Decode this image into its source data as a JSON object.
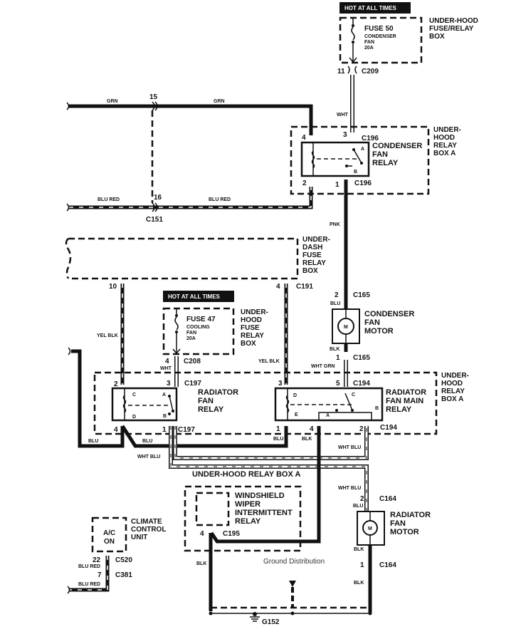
{
  "fuse50": {
    "banner": "HOT AT ALL TIMES",
    "name": "FUSE 50",
    "desc1": "CONDENSER",
    "desc2": "FAN",
    "rating": "20A",
    "box_label": [
      "UNDER-HOOD",
      "FUSE/RELAY",
      "BOX"
    ],
    "pin": "11",
    "connector": "C209"
  },
  "condenser_relay": {
    "wire_in": "WHT",
    "pin_left_top": "4",
    "pin_right_top": "3",
    "connector_top": "C196",
    "name": [
      "CONDENSER",
      "FAN",
      "RELAY"
    ],
    "box_label": [
      "UNDER-",
      "HOOD",
      "RELAY",
      "BOX A"
    ],
    "terminal_a": "A",
    "terminal_b": "B",
    "pin_left_bottom": "2",
    "pin_right_bottom": "1",
    "connector_bottom": "C196"
  },
  "c151": {
    "pin_top": "15",
    "pin_bottom": "16",
    "connector": "C151",
    "wire_top_left": "GRN",
    "wire_top_right": "GRN",
    "wire_bottom_left": "BLU RED",
    "wire_bottom_right": "BLU RED"
  },
  "underdash_box": {
    "label": [
      "UNDER-",
      "DASH",
      "FUSE",
      "RELAY",
      "BOX"
    ],
    "pin_left": "10",
    "pin_right": "4",
    "connector": "C191"
  },
  "condenser_motor": {
    "wire_top": "PNK",
    "pin_top": "2",
    "connector_top": "C165",
    "wire_in": "BLU",
    "symbol": "M",
    "name": [
      "CONDENSER",
      "FAN",
      "MOTOR"
    ],
    "wire_out": "BLK",
    "pin_bottom": "1",
    "connector_bottom": "C165",
    "wire_below": "WHT GRN"
  },
  "fuse47": {
    "banner": "HOT AT ALL TIMES",
    "name": "FUSE 47",
    "desc1": "COOLING",
    "desc2": "FAN",
    "rating": "20A",
    "box_label": [
      "UNDER-",
      "HOOD",
      "FUSE",
      "RELAY",
      "BOX"
    ],
    "pin": "4",
    "connector": "C208",
    "wire_out": "WHT"
  },
  "wires": {
    "yel_blk_left": "YEL BLK",
    "yel_blk_right": "YEL BLK"
  },
  "radiator_relay": {
    "pin_left_top": "2",
    "pin_right_top": "3",
    "connector_top": "C197",
    "terminals": [
      "C",
      "A",
      "D",
      "B"
    ],
    "name": [
      "RADIATOR",
      "FAN",
      "RELAY"
    ],
    "pin_left_bottom": "4",
    "pin_right_bottom": "1",
    "connector_bottom": "C197",
    "wire_blu_left": "BLU",
    "wire_blu_right": "BLU",
    "wire_wht_blu": "WHT BLU"
  },
  "main_relay": {
    "pin_left_top": "3",
    "pin_right_top": "5",
    "connector_top": "C194",
    "terminals": [
      "D",
      "C",
      "E",
      "B",
      "A"
    ],
    "name": [
      "RADIATOR",
      "FAN MAIN",
      "RELAY"
    ],
    "box_label": [
      "UNDER-",
      "HOOD",
      "RELAY",
      "BOX A"
    ],
    "pin_1": "1",
    "pin_4": "4",
    "pin_2": "2",
    "connector_bottom": "C194",
    "wire_blu": "BLU",
    "wire_blk": "BLK",
    "wire_wht_blu": "WHT BLU"
  },
  "relay_box_a_caption": "UNDER-HOOD RELAY BOX A",
  "wiper_relay": {
    "name": [
      "WINDSHIELD",
      "WIPER",
      "INTERMITTENT",
      "RELAY"
    ],
    "pin": "4",
    "connector": "C195",
    "wire": "BLK"
  },
  "radiator_motor": {
    "wire_top": "WHT BLU",
    "pin_top": "2",
    "connector_top": "C164",
    "wire_in": "BLU",
    "symbol": "M",
    "name": [
      "RADIATOR",
      "FAN",
      "MOTOR"
    ],
    "wire_out": "BLK",
    "pin_bottom": "1",
    "connector_bottom": "C164",
    "wire_below": "BLK"
  },
  "climate": {
    "name": [
      "CLIMATE",
      "CONTROL",
      "UNIT"
    ],
    "state1": "A/C",
    "state2": "ON",
    "pin_top": "22",
    "connector_top": "C520",
    "wire1": "BLU RED",
    "pin_bottom": "7",
    "connector_bottom": "C381",
    "wire2": "BLU RED"
  },
  "ground": {
    "caption": "Ground Distribution",
    "id": "G152"
  }
}
